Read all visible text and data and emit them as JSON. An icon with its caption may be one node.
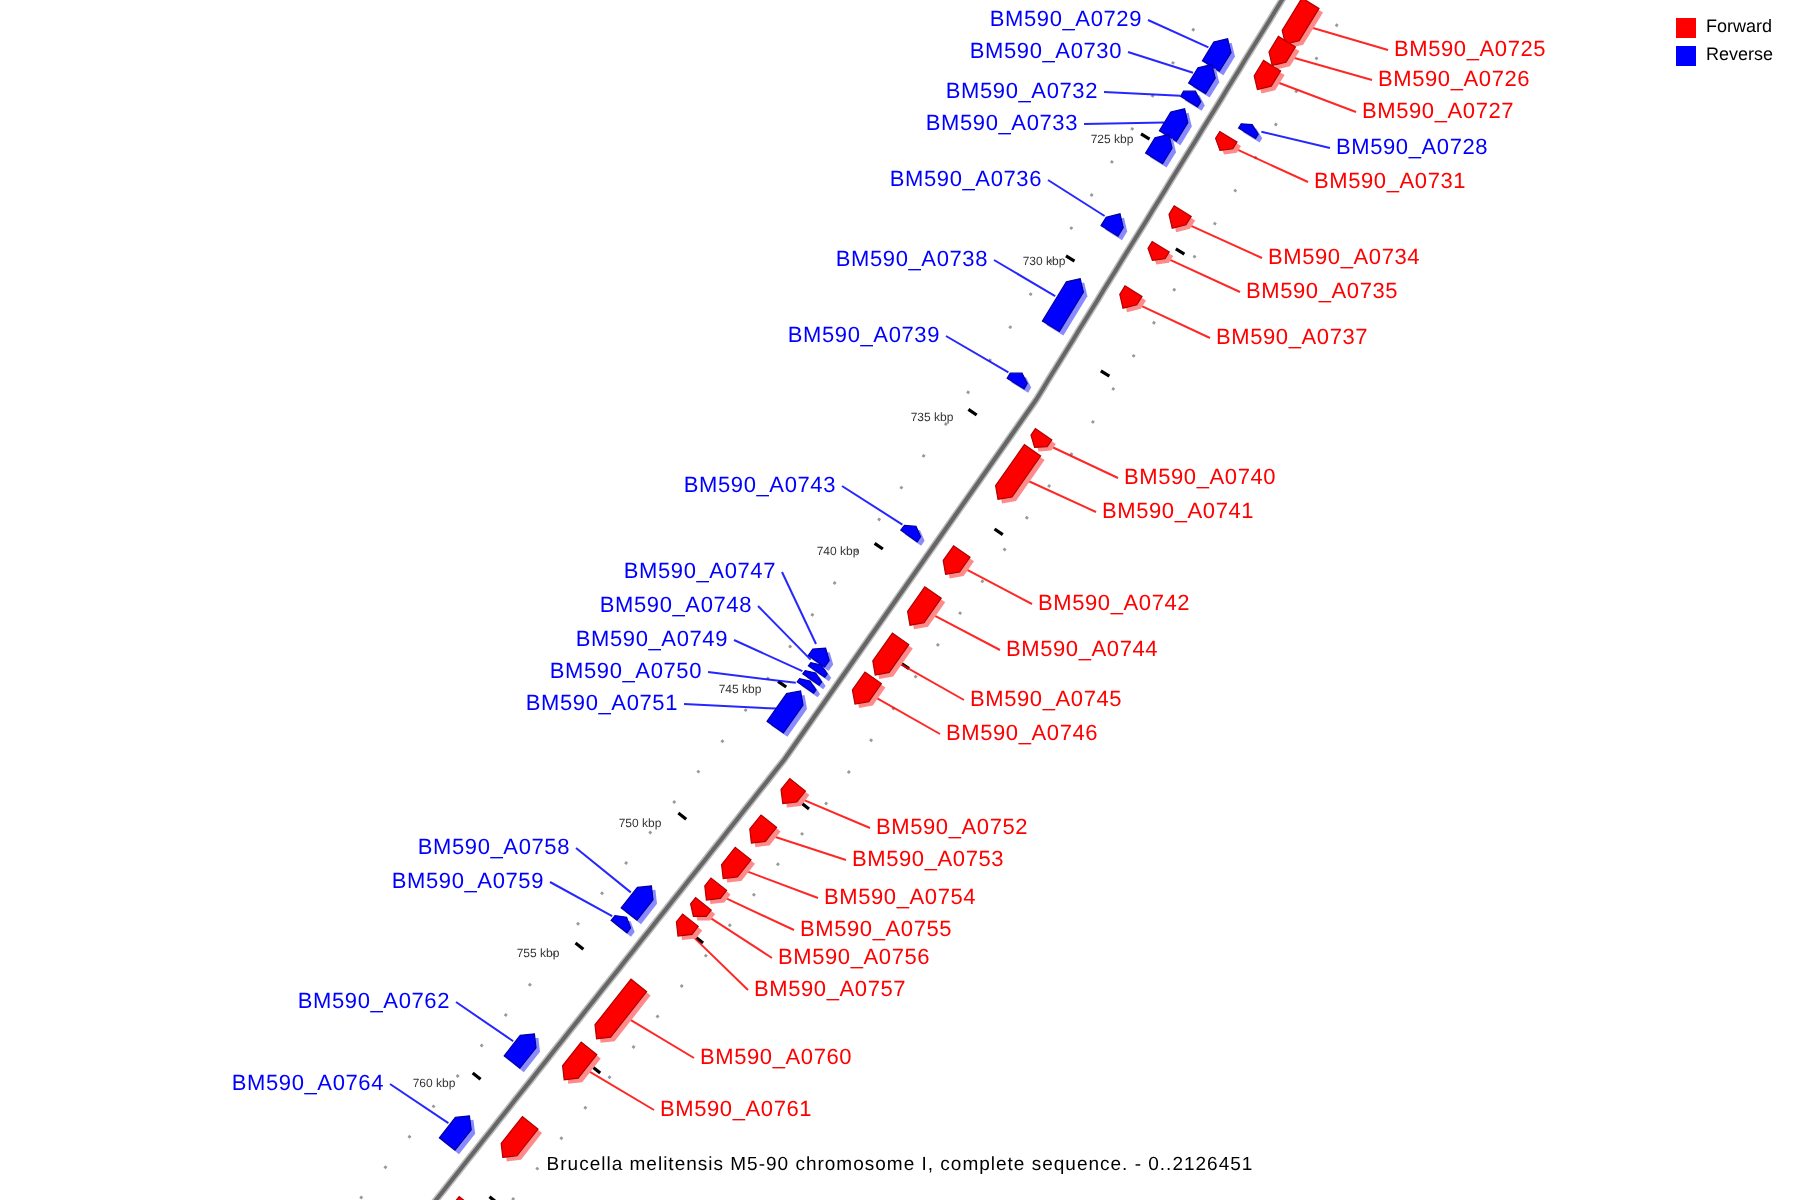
{
  "diagram": {
    "caption": "Brucella melitensis M5-90 chromosome I, complete sequence. - 0..2126451",
    "nodes": [
      {
        "text": [
          "BM590_A0729"
        ]
      },
      {
        "text": [],
        "shape": "arrow"
      },
      {
        "text": [
          "BM590_A0725"
        ]
      },
      {
        "text": [],
        "shape": "arrow"
      },
      {
        "text": [
          "BM590_A0730"
        ]
      },
      {
        "text": [],
        "shape": "arrow"
      },
      {
        "text": [
          "BM590_A0726"
        ]
      },
      {
        "text": [],
        "shape": "arrow"
      },
      {
        "text": [
          "BM590_A0732"
        ]
      },
      {
        "text": [],
        "shape": "arrow"
      },
      {
        "text": [
          "BM590_A0727"
        ]
      },
      {
        "text": [],
        "shape": "arrow"
      },
      {
        "text": [
          "BM590_A0733"
        ]
      },
      {
        "text": [],
        "shape": "arrow"
      },
      {
        "text": [
          "BM590_A0728"
        ]
      },
      {
        "text": [],
        "shape": "arrow"
      },
      {
        "text": [
          "BM590_A0736"
        ]
      },
      {
        "text": [],
        "shape": "arrow"
      },
      {
        "text": [
          "BM590_A0731"
        ]
      },
      {
        "text": [],
        "shape": "arrow"
      },
      {
        "text": [
          "BM590_A0734"
        ]
      },
      {
        "text": [],
        "shape": "arrow"
      },
      {
        "text": [
          "BM590_A0738"
        ]
      },
      {
        "text": [],
        "shape": "arrow"
      },
      {
        "text": [
          "BM590_A0735"
        ]
      },
      {
        "text": [],
        "shape": "arrow"
      },
      {
        "text": [
          "BM590_A0739"
        ]
      },
      {
        "text": [],
        "shape": "arrow"
      },
      {
        "text": [
          "BM590_A0737"
        ]
      },
      {
        "text": [],
        "shape": "arrow"
      },
      {
        "text": [
          "BM590_A0740"
        ]
      },
      {
        "text": [],
        "shape": "arrow"
      },
      {
        "text": [
          "BM590_A0743"
        ]
      },
      {
        "text": [],
        "shape": "arrow"
      },
      {
        "text": [
          "BM590_A0741"
        ]
      },
      {
        "text": [],
        "shape": "arrow"
      },
      {
        "text": [
          "BM590_A0747"
        ]
      },
      {
        "text": [],
        "shape": "arrow"
      },
      {
        "text": [
          "BM590_A0742"
        ]
      },
      {
        "text": [],
        "shape": "arrow"
      },
      {
        "text": [
          "BM590_A0748"
        ]
      },
      {
        "text": [],
        "shape": "arrow"
      },
      {
        "text": [
          "BM590_A0749"
        ]
      },
      {
        "text": [],
        "shape": "arrow"
      },
      {
        "text": [
          "BM590_A0744"
        ]
      },
      {
        "text": [],
        "shape": "arrow"
      },
      {
        "text": [
          "BM590_A0750"
        ]
      },
      {
        "text": [],
        "shape": "arrow"
      },
      {
        "text": [
          "BM590_A0745"
        ]
      },
      {
        "text": [],
        "shape": "arrow"
      },
      {
        "text": [
          "BM590_A0751"
        ]
      },
      {
        "text": [],
        "shape": "arrow"
      },
      {
        "text": [
          "BM590_A0746"
        ]
      },
      {
        "text": [],
        "shape": "arrow"
      },
      {
        "text": [
          "BM590_A0752"
        ]
      },
      {
        "text": [],
        "shape": "arrow"
      },
      {
        "text": [
          "BM590_A0758"
        ]
      },
      {
        "text": [],
        "shape": "arrow"
      },
      {
        "text": [
          "BM590_A0753"
        ]
      },
      {
        "text": [],
        "shape": "arrow"
      },
      {
        "text": [
          "BM590_A0759"
        ]
      },
      {
        "text": [],
        "shape": "arrow"
      },
      {
        "text": [
          "BM590_A0754"
        ]
      },
      {
        "text": [],
        "shape": "arrow"
      },
      {
        "text": [
          "BM590_A0755"
        ]
      },
      {
        "text": [],
        "shape": "arrow"
      },
      {
        "text": [
          "BM590_A0756"
        ]
      },
      {
        "text": [],
        "shape": "arrow"
      },
      {
        "text": [
          "BM590_A0757"
        ]
      },
      {
        "text": [],
        "shape": "arrow"
      },
      {
        "text": [
          "BM590_A0762"
        ]
      },
      {
        "text": [],
        "shape": "arrow"
      },
      {
        "text": [
          "BM590_A0760"
        ]
      },
      {
        "text": [],
        "shape": "arrow"
      },
      {
        "text": [
          "BM590_A0764"
        ]
      },
      {
        "text": [],
        "shape": "arrow"
      },
      {
        "text": [
          "BM590_A0761"
        ]
      },
      {
        "text": [],
        "shape": "arrow"
      },
      {
        "text": [],
        "shape": "arrow"
      },
      {
        "text": [],
        "shape": "arrow"
      },
      {
        "text": [],
        "shape": "arrow"
      }
    ],
    "edges": [
      {
        "from": 0,
        "to": 1,
        "arrow": "none",
        "color": "#0000ff"
      },
      {
        "from": 2,
        "to": 3,
        "arrow": "none"
      },
      {
        "from": 4,
        "to": 5,
        "arrow": "none",
        "color": "#0000ff"
      },
      {
        "from": 6,
        "to": 7,
        "arrow": "none"
      },
      {
        "from": 8,
        "to": 9,
        "arrow": "none",
        "color": "#0000ff"
      },
      {
        "from": 10,
        "to": 11,
        "arrow": "none"
      },
      {
        "from": 12,
        "to": 13,
        "arrow": "none",
        "color": "#0000ff"
      },
      {
        "from": 14,
        "to": 15,
        "arrow": "none",
        "color": "#0000ff"
      },
      {
        "from": 16,
        "to": 17,
        "arrow": "none",
        "color": "#0000ff"
      },
      {
        "from": 18,
        "to": 19,
        "arrow": "none"
      },
      {
        "from": 20,
        "to": 21,
        "arrow": "none"
      },
      {
        "from": 22,
        "to": 23,
        "arrow": "none",
        "color": "#0000ff"
      },
      {
        "from": 24,
        "to": 25,
        "arrow": "none"
      },
      {
        "from": 26,
        "to": 27,
        "arrow": "none",
        "color": "#0000ff"
      },
      {
        "from": 28,
        "to": 29,
        "arrow": "none"
      },
      {
        "from": 30,
        "to": 31,
        "arrow": "none"
      },
      {
        "from": 32,
        "to": 33,
        "arrow": "none",
        "color": "#0000ff"
      },
      {
        "from": 34,
        "to": 35,
        "arrow": "none"
      },
      {
        "from": 36,
        "to": 37,
        "arrow": "none",
        "color": "#0000ff"
      },
      {
        "from": 38,
        "to": 39,
        "arrow": "none"
      },
      {
        "from": 40,
        "to": 41,
        "arrow": "none",
        "color": "#0000ff"
      },
      {
        "from": 42,
        "to": 43,
        "arrow": "none",
        "color": "#0000ff"
      },
      {
        "from": 44,
        "to": 45,
        "arrow": "none"
      },
      {
        "from": 46,
        "to": 47,
        "arrow": "none",
        "color": "#0000ff"
      },
      {
        "from": 48,
        "to": 49,
        "arrow": "none"
      },
      {
        "from": 50,
        "to": 51,
        "arrow": "none",
        "color": "#0000ff"
      },
      {
        "from": 52,
        "to": 53,
        "arrow": "none"
      },
      {
        "from": 54,
        "to": 55,
        "arrow": "none"
      },
      {
        "from": 56,
        "to": 57,
        "arrow": "none",
        "color": "#0000ff"
      },
      {
        "from": 58,
        "to": 59,
        "arrow": "none"
      },
      {
        "from": 60,
        "to": 61,
        "arrow": "none",
        "color": "#0000ff"
      },
      {
        "from": 62,
        "to": 63,
        "arrow": "none"
      },
      {
        "from": 64,
        "to": 65,
        "arrow": "none"
      },
      {
        "from": 66,
        "to": 67,
        "arrow": "none"
      },
      {
        "from": 68,
        "to": 69,
        "arrow": "none"
      },
      {
        "from": 70,
        "to": 71,
        "arrow": "none",
        "color": "#0000ff"
      },
      {
        "from": 72,
        "to": 73,
        "arrow": "none"
      },
      {
        "from": 74,
        "to": 75,
        "arrow": "none",
        "color": "#0000ff"
      },
      {
        "from": 76,
        "to": 77,
        "arrow": "none"
      }
    ],
    "labels": [
      "725 kbp",
      "730 kbp",
      "735 kbp",
      "740 kbp",
      "745 kbp",
      "750 kbp",
      "755 kbp",
      "760 kbp"
    ],
    "legend": [
      {
        "text": "Forward",
        "color": "#ff0000"
      },
      {
        "text": "Reverse",
        "color": "#0000ff"
      }
    ]
  }
}
